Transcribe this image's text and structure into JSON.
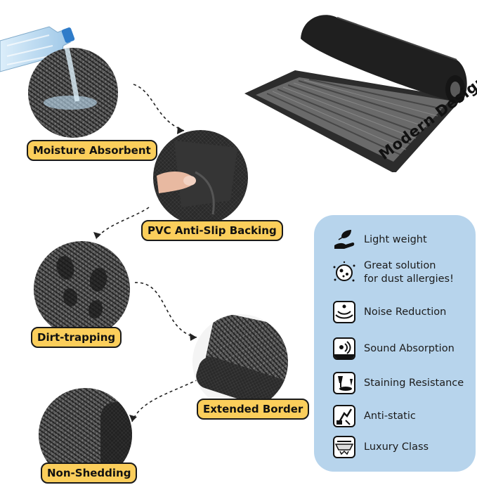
{
  "badges": {
    "moisture": "Moisture Absorbent",
    "pvc": "PVC Anti-Slip Backing",
    "dirt": "Dirt-trapping",
    "border": "Extended Border",
    "shedding": "Non-Shedding"
  },
  "hero": {
    "tagline": "Modern Design"
  },
  "features": [
    {
      "icon": "light-weight-icon",
      "line1": "Light weight",
      "line2": ""
    },
    {
      "icon": "dust-allergy-icon",
      "line1": "Great solution",
      "line2": "for dust allergies!"
    },
    {
      "icon": "noise-reduction-icon",
      "line1": "Noise Reduction",
      "line2": ""
    },
    {
      "icon": "sound-absorption-icon",
      "line1": "Sound Absorption",
      "line2": ""
    },
    {
      "icon": "staining-resistance-icon",
      "line1": "Staining Resistance",
      "line2": ""
    },
    {
      "icon": "anti-static-icon",
      "line1": "Anti-static",
      "line2": ""
    },
    {
      "icon": "luxury-class-icon",
      "line1": "Luxury Class",
      "line2": ""
    }
  ],
  "colors": {
    "badge": "#fbce5b",
    "panel": "#b7d4ec",
    "mat": "#5d5d5d",
    "rubber": "#2a2a2a"
  }
}
